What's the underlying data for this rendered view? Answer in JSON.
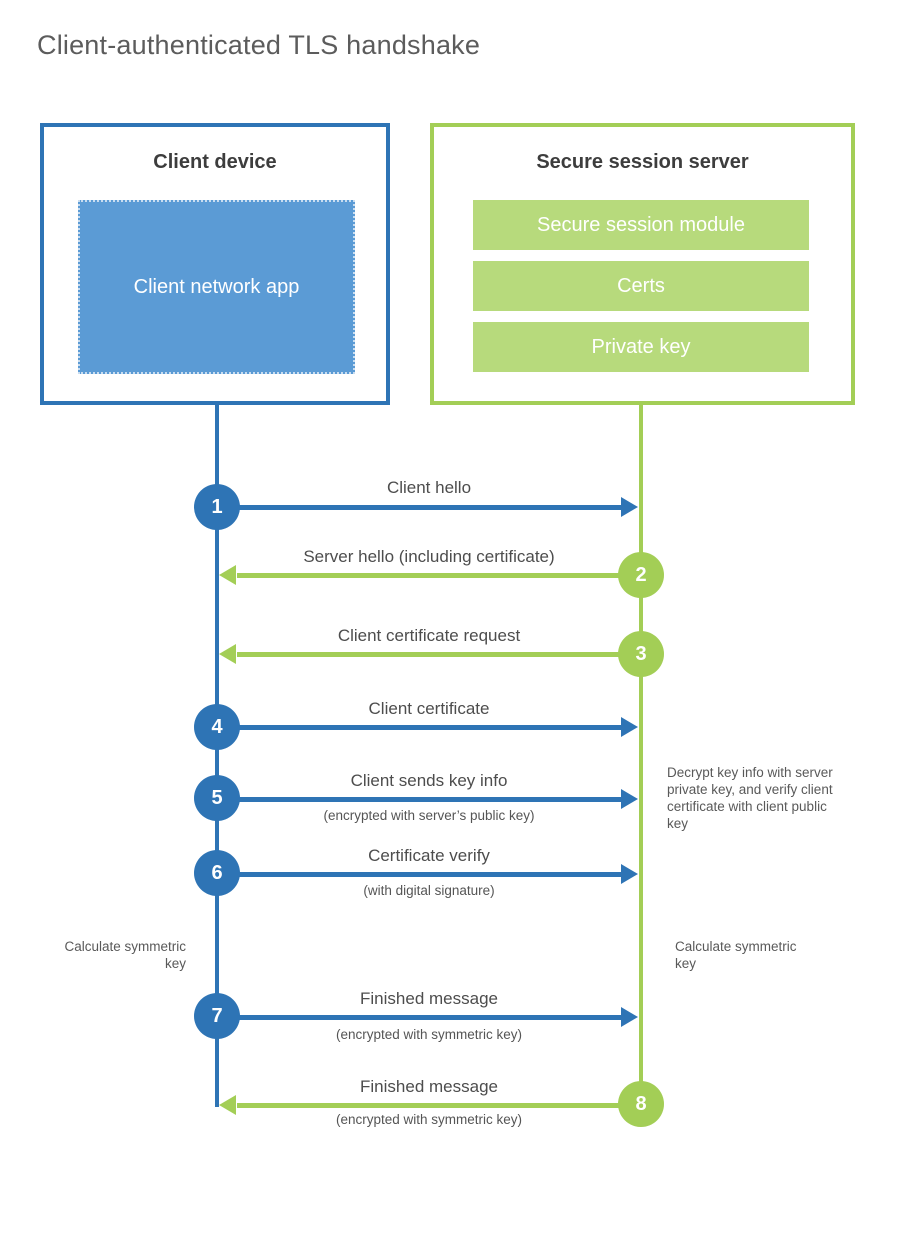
{
  "title": "Client-authenticated TLS handshake",
  "colors": {
    "blue_accent": "#2e74b5",
    "blue_fill": "#5b9bd5",
    "green_accent": "#a3ce56",
    "green_fill": "#b7da7c",
    "text_dark": "#3d3d3d",
    "text_label": "#4d4d4d",
    "text_note": "#595959"
  },
  "client_box": {
    "title": "Client device",
    "app_label": "Client network app"
  },
  "server_box": {
    "title": "Secure session server",
    "modules": [
      "Secure session module",
      "Certs",
      "Private key"
    ]
  },
  "steps": [
    {
      "num": "1",
      "actor": "client",
      "direction": "right",
      "label": "Client hello",
      "sublabel": ""
    },
    {
      "num": "2",
      "actor": "server",
      "direction": "left",
      "label": "Server hello (including certificate)",
      "sublabel": ""
    },
    {
      "num": "3",
      "actor": "server",
      "direction": "left",
      "label": "Client certificate request",
      "sublabel": ""
    },
    {
      "num": "4",
      "actor": "client",
      "direction": "right",
      "label": "Client certificate",
      "sublabel": ""
    },
    {
      "num": "5",
      "actor": "client",
      "direction": "right",
      "label": "Client sends key info",
      "sublabel": "(encrypted with server’s public key)"
    },
    {
      "num": "6",
      "actor": "client",
      "direction": "right",
      "label": "Certificate verify",
      "sublabel": "(with digital signature)"
    },
    {
      "num": "7",
      "actor": "client",
      "direction": "right",
      "label": "Finished message",
      "sublabel": "(encrypted with symmetric key)"
    },
    {
      "num": "8",
      "actor": "server",
      "direction": "left",
      "label": "Finished message",
      "sublabel": "(encrypted with symmetric key)"
    }
  ],
  "notes": {
    "decrypt": "Decrypt key info with server private key, and verify client certificate with client public key",
    "calc_left": "Calculate symmetric key",
    "calc_right": "Calculate symmetric key"
  }
}
